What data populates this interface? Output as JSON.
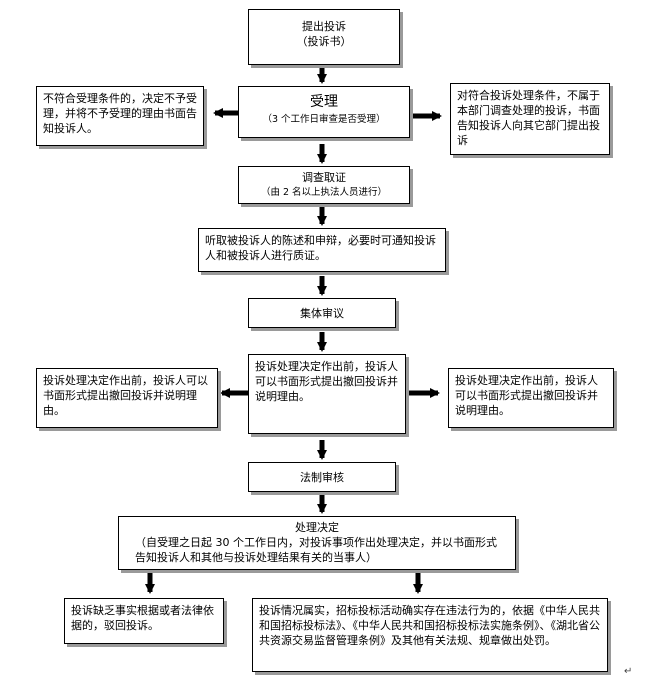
{
  "diagram": {
    "step1": {
      "title": "提出投诉",
      "sub": "（投诉书）"
    },
    "reject_left": "不符合受理条件的，决定不予受理，并将不予受理的理由书面告知投诉人。",
    "step2": {
      "title": "受理",
      "sub": "（3 个工作日审查是否受理）"
    },
    "refer_right": "对符合投诉处理条件，不属于本部门调查处理的投诉，书面告知投诉人向其它部门提出投诉",
    "step3": {
      "title": "调查取证",
      "sub": "（由 2 名以上执法人员进行）"
    },
    "step4": "听取被投诉人的陈述和申辩，必要时可通知投诉人和被投诉人进行质证。",
    "step5": "集体审议",
    "withdraw_left": "投诉处理决定作出前，投诉人可以书面形式提出撤回投诉并说明理由。",
    "withdraw_center": "投诉处理决定作出前，投诉人可以书面形式提出撤回投诉并说明理由。",
    "withdraw_right": "投诉处理决定作出前，投诉人可以书面形式提出撤回投诉并说明理由。",
    "step6": "法制审核",
    "step7": {
      "title": "处理决定",
      "sub": "（自受理之日起 30 个工作日内，对投诉事项作出处理决定，并以书面形式告知投诉人和其他与投诉处理结果有关的当事人）"
    },
    "outcome_left": "投诉缺乏事实根据或者法律依据的，驳回投诉。",
    "outcome_right": "投诉情况属实，招标投标活动确实存在违法行为的，依据《中华人民共和国招标投标法》、《中华人民共和国招标投标法实施条例》、《湖北省公共资源交易监督管理条例》及其他有关法规、规章做出处罚。",
    "para_mark": "↵"
  }
}
